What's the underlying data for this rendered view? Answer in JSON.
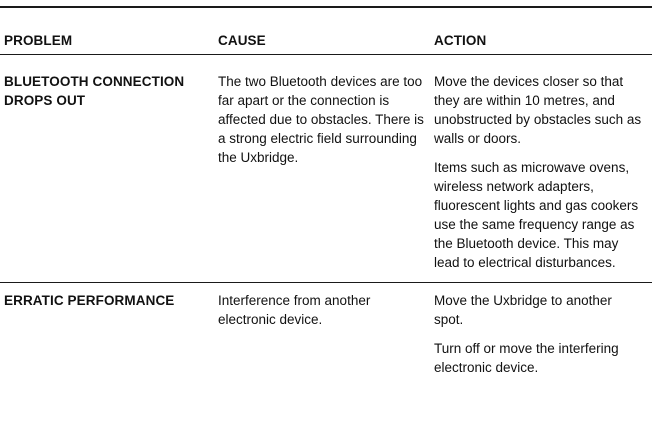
{
  "headers": {
    "problem": "PROBLEM",
    "cause": "CAUSE",
    "action": "ACTION"
  },
  "rows": [
    {
      "problem": "BLUETOOTH CONNECTION DROPS OUT",
      "cause": "The two Bluetooth devices are too far apart or the connection is affected due to obstacles. There is a strong electric field surrounding the Uxbridge.",
      "actions": [
        "Move the devices closer so that they are within 10 metres, and unobstructed by obstacles such as walls or doors.",
        "Items such as microwave ovens, wireless network adapters, fluorescent lights and gas cookers use the same frequency range as the Bluetooth device. This may lead to electrical disturbances."
      ]
    },
    {
      "problem": "ERRATIC PERFORMANCE",
      "cause": "Interference from another electronic device.",
      "actions": [
        "Move the Uxbridge to another spot.",
        "Turn off or move the interfering electronic device."
      ]
    }
  ]
}
